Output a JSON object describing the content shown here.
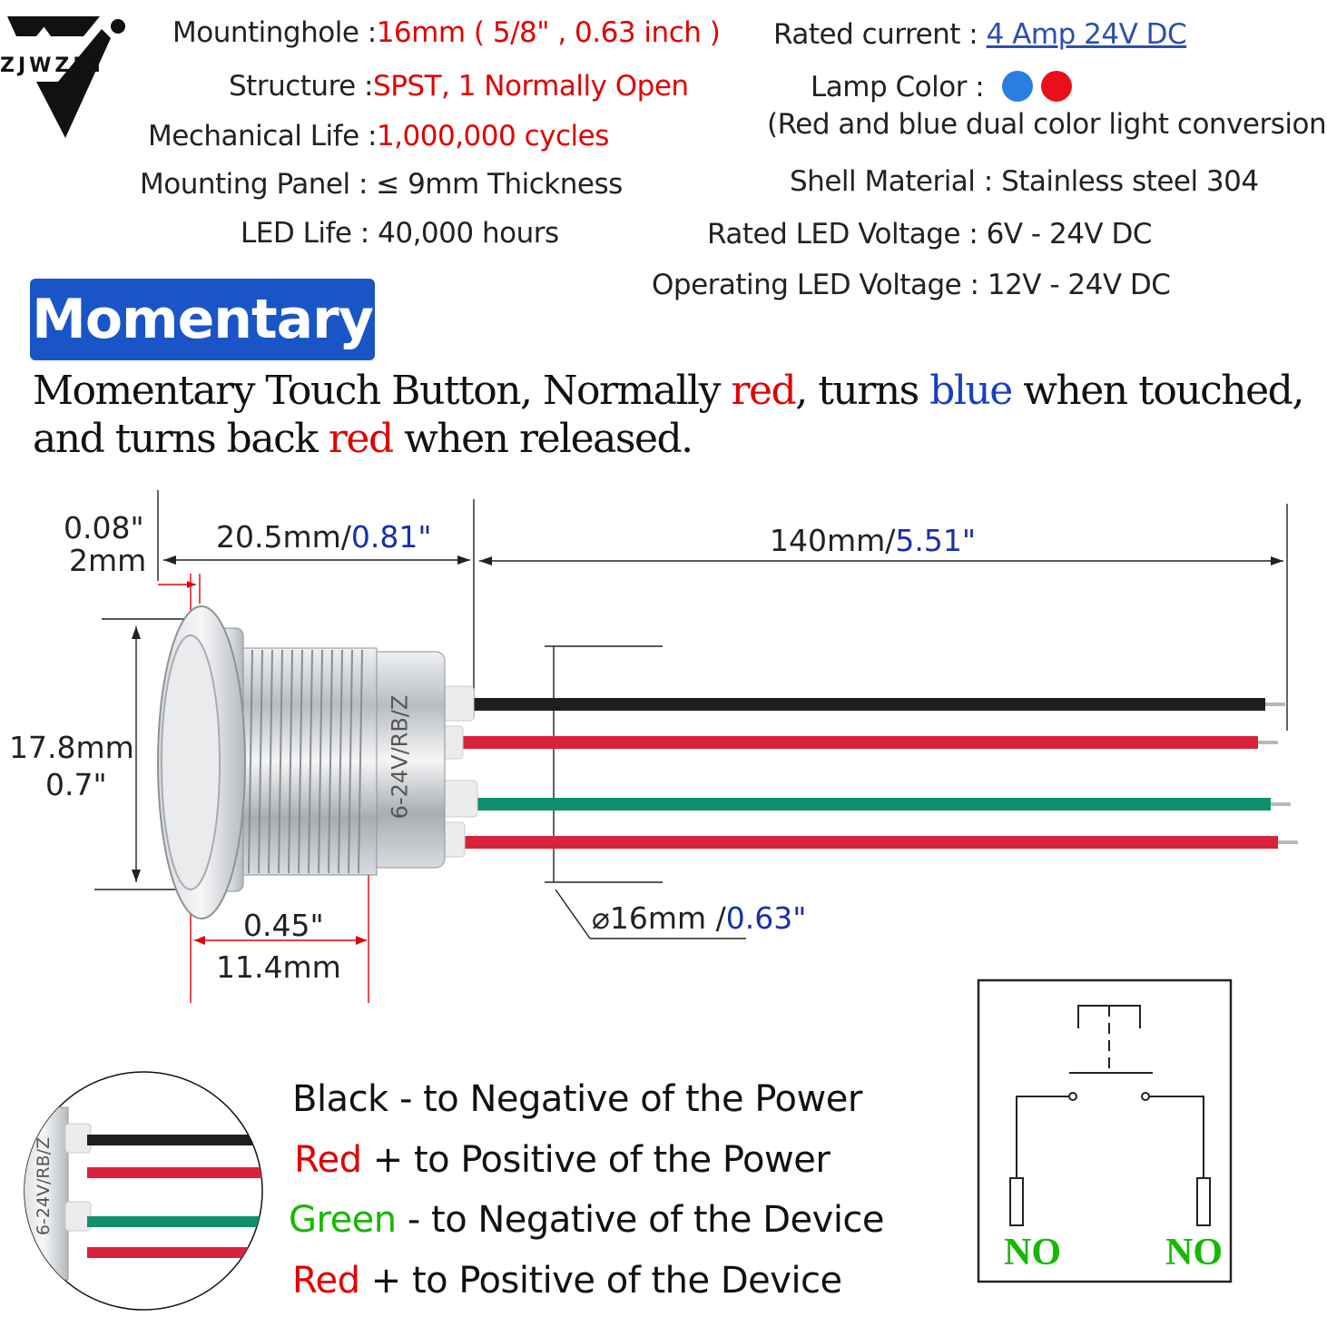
{
  "brand": {
    "name": "ZJWZJH"
  },
  "specs_left": [
    {
      "label": "Mountinghole :",
      "value": "16mm ( 5/8\" ,  0.63 inch )",
      "value_color": "red"
    },
    {
      "label": "Structure :",
      "value": "SPST, 1 Normally Open",
      "value_color": "red"
    },
    {
      "label": "Mechanical Life :",
      "value": "1,000,000 cycles",
      "value_color": "red"
    },
    {
      "label": "Mounting Panel :",
      "value": "≤ 9mm  Thickness",
      "value_color": "black"
    },
    {
      "label": "LED Life :",
      "value": "40,000 hours",
      "value_color": "black"
    }
  ],
  "specs_right": [
    {
      "label": "Rated  current :",
      "value": "4 Amp  24V DC",
      "value_color": "blue"
    },
    {
      "label": "Lamp Color :",
      "value": "",
      "value_color": "black"
    },
    {
      "label": "",
      "value": "(Red and blue dual color light conversion)",
      "value_color": "black"
    },
    {
      "label": "Shell Material :",
      "value": "Stainless steel 304",
      "value_color": "black"
    },
    {
      "label": "Rated LED  Voltage :",
      "value": "6V - 24V DC",
      "value_color": "black"
    },
    {
      "label": "Operating LED  Voltage :",
      "value": "12V - 24V DC",
      "value_color": "black"
    }
  ],
  "lamp_colors": [
    "#2a7de1",
    "#e8101a"
  ],
  "mode_badge": "Momentary",
  "description": {
    "line1_a": "Momentary Touch Button, Normally ",
    "line1_red": "red",
    "line1_b": ", turns ",
    "line1_blue": "blue",
    "line1_c": " when touched,",
    "line2_a": "and turns back ",
    "line2_red": "red",
    "line2_b": " when released."
  },
  "dimensions": {
    "head_thickness_in": "0.08\"",
    "head_thickness_mm": "2mm",
    "body_length_mm": "20.5mm/",
    "body_length_in": "0.81\"",
    "wire_length_mm": "140mm/",
    "wire_length_in": "5.51\"",
    "head_diameter_mm": "17.8mm",
    "head_diameter_in": "0.7\"",
    "thread_diameter_mm": "⌀16mm /",
    "thread_diameter_in": "0.63\"",
    "thread_length_in": "0.45\"",
    "thread_length_mm": "11.4mm",
    "body_marking": "6-24V/RB/Z"
  },
  "wiring": [
    {
      "color_name": "Black",
      "text": " - to Negative of the Power",
      "color": "black"
    },
    {
      "color_name": "Red",
      "text": " + to Positive of the Power",
      "color": "red"
    },
    {
      "color_name": "Green",
      "text": " - to Negative of the Device",
      "color": "green"
    },
    {
      "color_name": "Red",
      "text": " + to Positive of the Device",
      "color": "red"
    }
  ],
  "wire_colors": {
    "black": "#1e1e1e",
    "red": "#d9223c",
    "green": "#0f8f6b"
  },
  "schematic": {
    "left_label": "NO",
    "right_label": "NO"
  }
}
